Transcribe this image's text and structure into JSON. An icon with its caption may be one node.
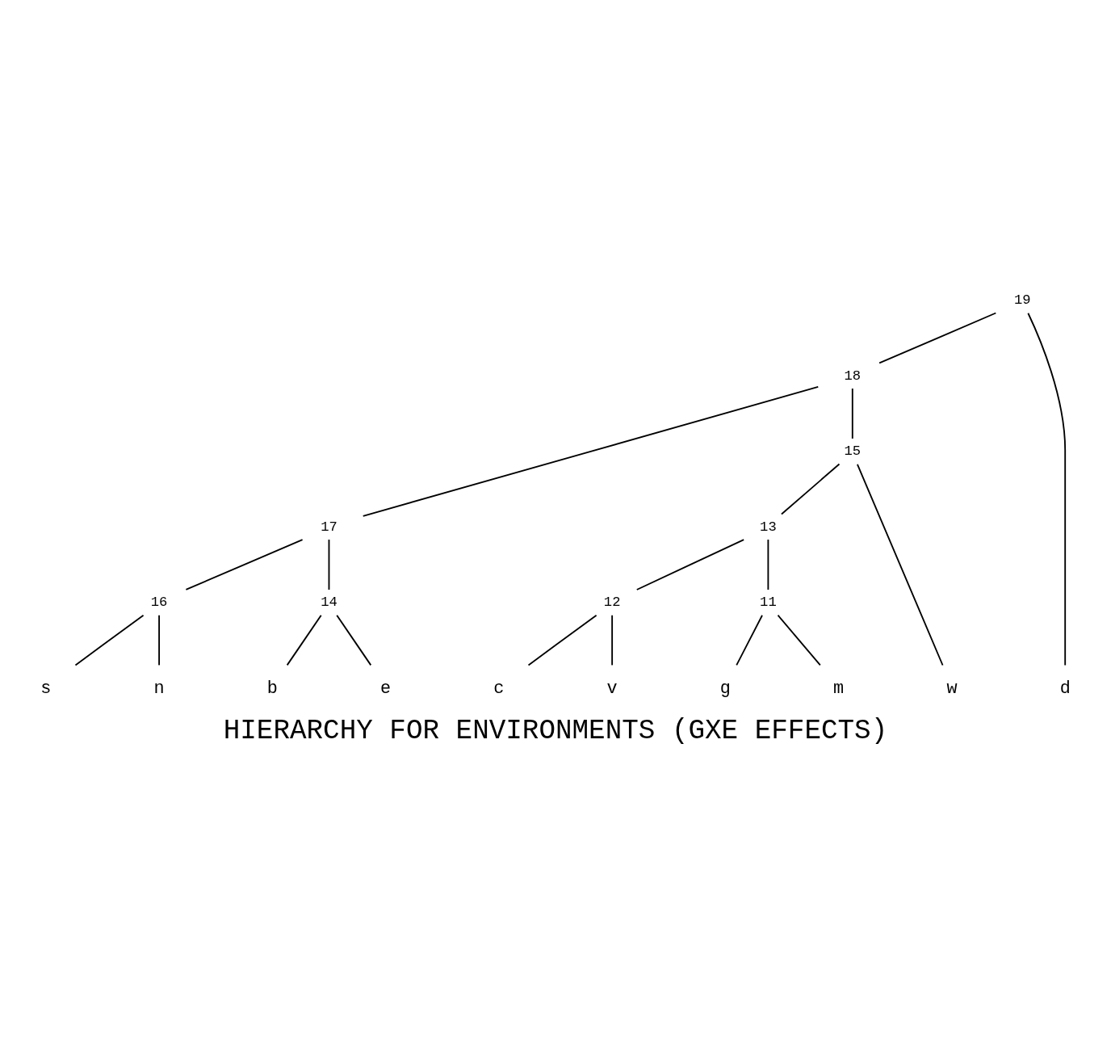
{
  "diagram": {
    "title": "HIERARCHY FOR ENVIRONMENTS (GXE EFFECTS)",
    "nodes": [
      {
        "text": [
          "19"
        ]
      },
      {
        "text": [
          "18"
        ]
      },
      {
        "text": [
          "17"
        ]
      },
      {
        "text": [
          "16"
        ]
      },
      {
        "text": [
          "14"
        ]
      },
      {
        "text": [
          "15"
        ]
      },
      {
        "text": [
          "13"
        ]
      },
      {
        "text": [
          "12"
        ]
      },
      {
        "text": [
          "11"
        ]
      },
      {
        "text": [
          "b"
        ]
      },
      {
        "text": [
          "e"
        ]
      },
      {
        "text": [
          "s"
        ]
      },
      {
        "text": [
          "n"
        ]
      },
      {
        "text": [
          "g"
        ]
      },
      {
        "text": [
          "m"
        ]
      },
      {
        "text": [
          "c"
        ]
      },
      {
        "text": [
          "v"
        ]
      },
      {
        "text": [
          "w"
        ]
      },
      {
        "text": [
          "d"
        ]
      }
    ],
    "edges": [
      {
        "from": 0,
        "to": 1,
        "arrow": "none"
      },
      {
        "from": 0,
        "to": 18,
        "arrow": "none"
      },
      {
        "from": 1,
        "to": 2,
        "arrow": "none"
      },
      {
        "from": 1,
        "to": 5,
        "arrow": "none"
      },
      {
        "from": 2,
        "to": 4,
        "arrow": "none"
      },
      {
        "from": 2,
        "to": 3,
        "arrow": "none"
      },
      {
        "from": 4,
        "to": 9,
        "arrow": "none"
      },
      {
        "from": 4,
        "to": 10,
        "arrow": "none"
      },
      {
        "from": 3,
        "to": 11,
        "arrow": "none"
      },
      {
        "from": 3,
        "to": 12,
        "arrow": "none"
      },
      {
        "from": 5,
        "to": 6,
        "arrow": "none"
      },
      {
        "from": 5,
        "to": 17,
        "arrow": "none"
      },
      {
        "from": 6,
        "to": 8,
        "arrow": "none"
      },
      {
        "from": 6,
        "to": 7,
        "arrow": "none"
      },
      {
        "from": 8,
        "to": 13,
        "arrow": "none"
      },
      {
        "from": 8,
        "to": 14,
        "arrow": "none"
      },
      {
        "from": 7,
        "to": 15,
        "arrow": "none"
      },
      {
        "from": 7,
        "to": 16,
        "arrow": "none"
      }
    ]
  }
}
